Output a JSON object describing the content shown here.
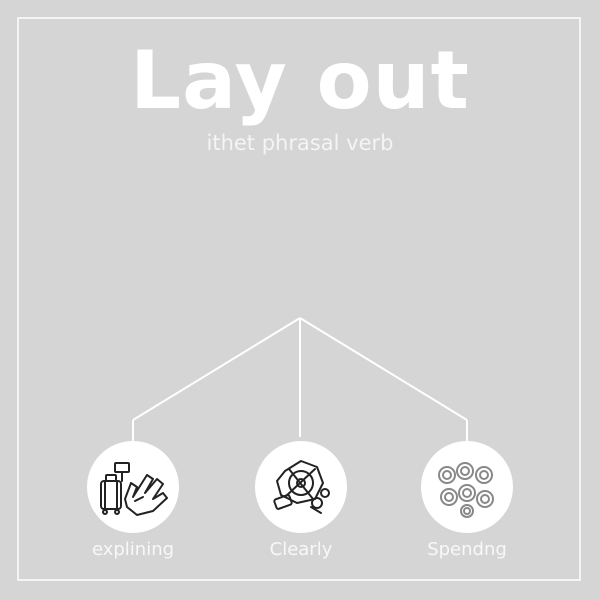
{
  "title": "Lay out",
  "subtitle": "ithet phrasal verb",
  "nodes": [
    {
      "label": "explining",
      "icon": "hand-and-luggage-icon"
    },
    {
      "label": "Clearly",
      "icon": "tangled-objects-icon"
    },
    {
      "label": "Spendng",
      "icon": "rings-icon"
    }
  ],
  "colors": {
    "background": "#d5d5d5",
    "foreground": "#ffffff",
    "icon_stroke": "#222222"
  }
}
